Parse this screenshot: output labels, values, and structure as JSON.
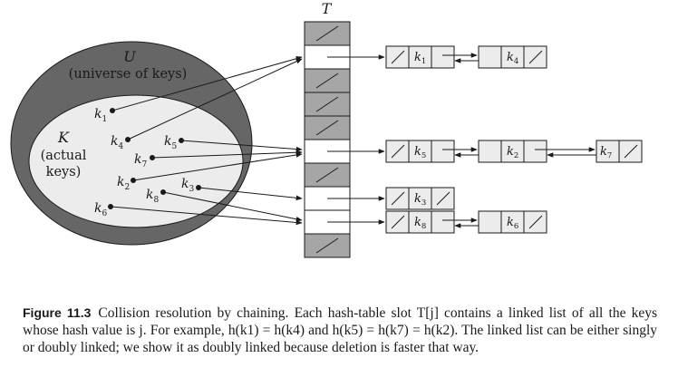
{
  "figure": {
    "table_label": "T",
    "universe_label": "U",
    "universe_caption": "(universe of keys)",
    "actual_label": "K",
    "actual_line1": "(actual",
    "actual_line2": "keys)",
    "keys": [
      {
        "letter": "k",
        "sub": "1"
      },
      {
        "letter": "k",
        "sub": "4"
      },
      {
        "letter": "k",
        "sub": "5"
      },
      {
        "letter": "k",
        "sub": "7"
      },
      {
        "letter": "k",
        "sub": "2"
      },
      {
        "letter": "k",
        "sub": "8"
      },
      {
        "letter": "k",
        "sub": "3"
      },
      {
        "letter": "k",
        "sub": "6"
      }
    ],
    "table_slots": [
      {
        "empty": true
      },
      {
        "empty": false,
        "chain": [
          "k1",
          "k4"
        ]
      },
      {
        "empty": true
      },
      {
        "empty": true
      },
      {
        "empty": true
      },
      {
        "empty": false,
        "chain": [
          "k5",
          "k2",
          "k7"
        ]
      },
      {
        "empty": true
      },
      {
        "empty": false,
        "chain": [
          "k3"
        ]
      },
      {
        "empty": false,
        "chain": [
          "k8",
          "k6"
        ]
      },
      {
        "empty": true
      }
    ],
    "chain_nodes": [
      {
        "letter": "k",
        "sub": "1"
      },
      {
        "letter": "k",
        "sub": "4"
      },
      {
        "letter": "k",
        "sub": "5"
      },
      {
        "letter": "k",
        "sub": "2"
      },
      {
        "letter": "k",
        "sub": "7"
      },
      {
        "letter": "k",
        "sub": "3"
      },
      {
        "letter": "k",
        "sub": "8"
      },
      {
        "letter": "k",
        "sub": "6"
      }
    ],
    "colors": {
      "universe_fill": "#666666",
      "actual_fill": "#ececec",
      "empty_slot": "#a6a6a6",
      "line": "#1a1a1a"
    }
  },
  "caption": {
    "label": "Figure 11.3",
    "text": "Collision resolution by chaining. Each hash-table slot T[j] contains a linked list of all the keys whose hash value is j. For example, h(k1) = h(k4) and h(k5) = h(k7) = h(k2). The linked list can be either singly or doubly linked; we show it as doubly linked because deletion is faster that way."
  }
}
